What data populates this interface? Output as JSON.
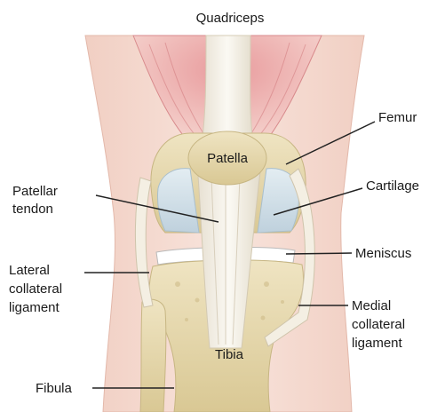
{
  "labels": {
    "quadriceps": "Quadriceps",
    "femur": "Femur",
    "patella": "Patella",
    "cartilage": "Cartilage",
    "patellar_tendon": [
      "Patellar",
      "tendon"
    ],
    "meniscus": "Meniscus",
    "lateral_collateral_ligament": [
      "Lateral",
      "collateral",
      "ligament"
    ],
    "medial_collateral_ligament": [
      "Medial",
      "collateral",
      "ligament"
    ],
    "tibia": "Tibia",
    "fibula": "Fibula"
  },
  "colors": {
    "background": "#ffffff",
    "skin": "#f4d9cf",
    "muscle": "#d9868a",
    "bone": "#e9dcb3",
    "cartilage": "#cfdde6",
    "tendon": "#f3efe6",
    "leader_line": "#222222"
  }
}
